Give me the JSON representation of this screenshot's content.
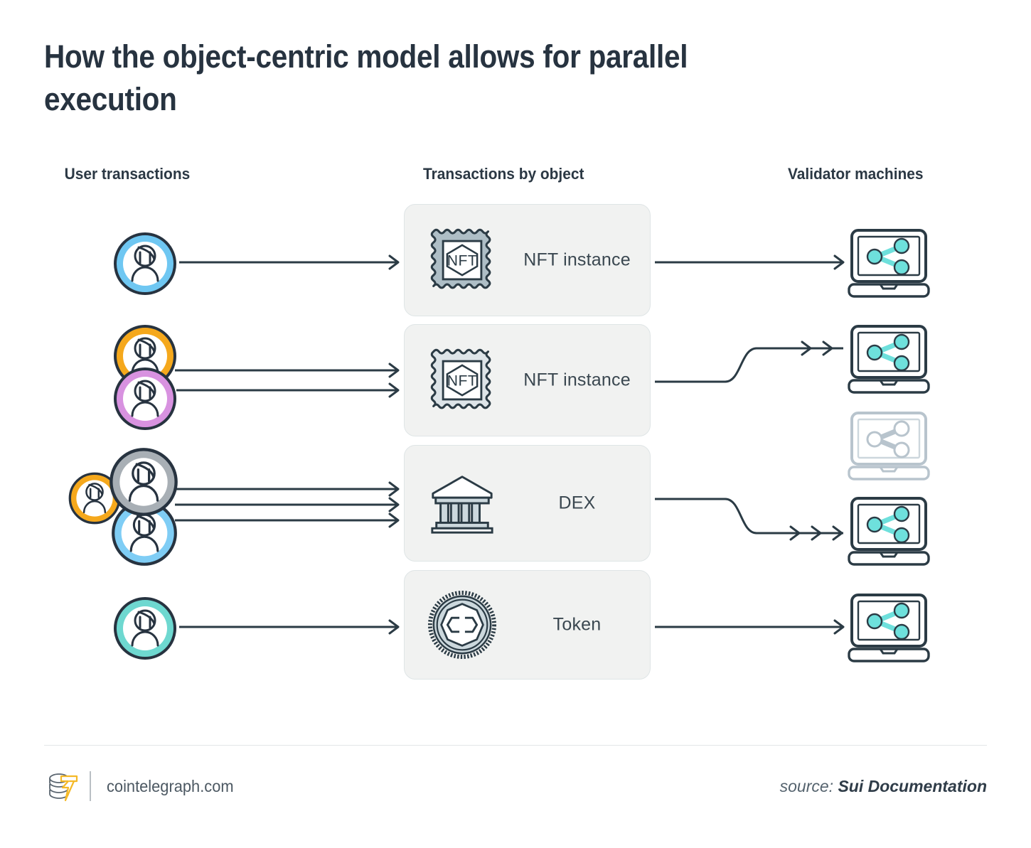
{
  "title": "How the object-centric model allows for parallel execution",
  "columns": {
    "users": "User transactions",
    "objects": "Transactions by object",
    "validators": "Validator machines"
  },
  "rows": [
    {
      "object_label": "NFT instance",
      "object_icon": "nft-stamp-icon",
      "user_count": 1,
      "avatars": [
        {
          "ring": "#6FC7F2",
          "size": "large"
        }
      ],
      "in_arrows": 1,
      "out_arrows": 1,
      "out_path": "straight",
      "validator": "active"
    },
    {
      "object_label": "NFT instance",
      "object_icon": "nft-stamp-icon",
      "user_count": 2,
      "avatars": [
        {
          "ring": "#F5A81C",
          "size": "large"
        },
        {
          "ring": "#D892E0",
          "size": "large"
        }
      ],
      "in_arrows": 2,
      "out_arrows": 2,
      "out_path": "curve-up",
      "validator": "active"
    },
    {
      "object_label": "DEX",
      "object_icon": "bank-icon",
      "user_count": 3,
      "avatars": [
        {
          "ring": "#F5A81C",
          "size": "small"
        },
        {
          "ring": "#A8AFB5",
          "size": "large"
        },
        {
          "ring": "#7FCDF5",
          "size": "large"
        }
      ],
      "in_arrows": 3,
      "out_arrows": 3,
      "out_path": "curve-down",
      "validator": "active"
    },
    {
      "object_label": "Token",
      "object_icon": "token-coin-icon",
      "user_count": 1,
      "avatars": [
        {
          "ring": "#6ED8D0",
          "size": "large"
        }
      ],
      "in_arrows": 1,
      "out_arrows": 1,
      "out_path": "straight",
      "validator": "active"
    }
  ],
  "validators": [
    {
      "state": "active",
      "label": "validator-machine-1"
    },
    {
      "state": "active",
      "label": "validator-machine-2"
    },
    {
      "state": "inactive",
      "label": "validator-machine-3"
    },
    {
      "state": "active",
      "label": "validator-machine-4"
    },
    {
      "state": "active",
      "label": "validator-machine-5"
    }
  ],
  "footer": {
    "domain": "cointelegraph.com",
    "source_prefix": "source:",
    "source_name": "Sui Documentation"
  },
  "colors": {
    "ink": "#273340",
    "card_bg": "#f1f2f1",
    "card_border": "#dfe5e6",
    "stamp_fill": "#aebec6",
    "stamp_fill_light": "#dde4e8",
    "teal": "#6EE0DC",
    "muted_laptop": "#b8c4cd",
    "logo_yellow": "#F5B927"
  }
}
